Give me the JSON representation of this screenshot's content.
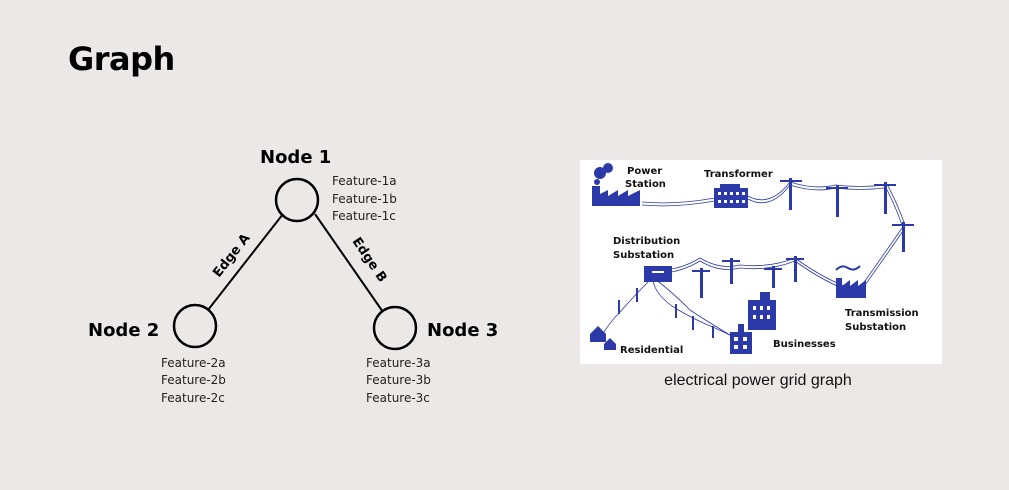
{
  "title": "Graph",
  "diagram": {
    "nodes": [
      {
        "label": "Node 1",
        "features": [
          "Feature-1a",
          "Feature-1b",
          "Feature-1c"
        ]
      },
      {
        "label": "Node 2",
        "features": [
          "Feature-2a",
          "Feature-2b",
          "Feature-2c"
        ]
      },
      {
        "label": "Node 3",
        "features": [
          "Feature-3a",
          "Feature-3b",
          "Feature-3c"
        ]
      }
    ],
    "edges": [
      {
        "label": "Edge A",
        "from": "Node 1",
        "to": "Node 2"
      },
      {
        "label": "Edge B",
        "from": "Node 1",
        "to": "Node 3"
      }
    ]
  },
  "power_grid": {
    "caption": "electrical power grid graph",
    "accent_color": "#2b3aa8",
    "labels": {
      "power_station_1": "Power",
      "power_station_2": "Station",
      "transformer": "Transformer",
      "distribution_1": "Distribution",
      "distribution_2": "Substation",
      "transmission_1": "Transmission",
      "transmission_2": "Substation",
      "residential": "Residential",
      "businesses": "Businesses"
    }
  }
}
